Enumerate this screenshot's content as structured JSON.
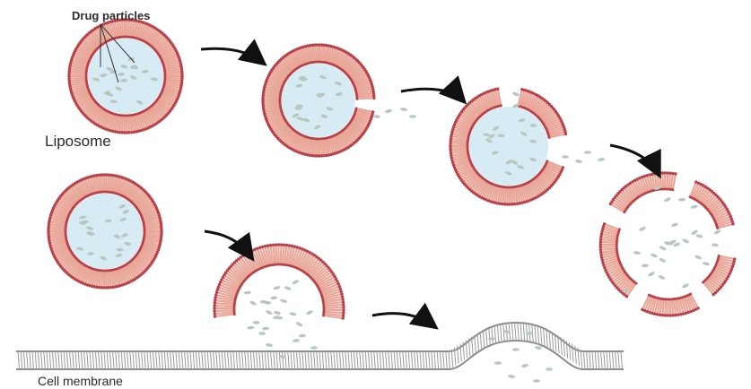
{
  "labels": {
    "drug_particles": "Drug particles",
    "liposome": "Liposome",
    "cell_membrane": "Cell membrane"
  },
  "colors": {
    "bilayer_fill": "#e8a799",
    "bilayer_head": "#b8414a",
    "bilayer_tail": "#f3d2c8",
    "lumen": "#d7ebf4",
    "particle": "#b8c8be",
    "arrow": "#111111",
    "membrane": "#9b9b9b"
  },
  "icons": {
    "arrow": "curved-arrow-icon",
    "particle": "drug-particle-icon"
  }
}
